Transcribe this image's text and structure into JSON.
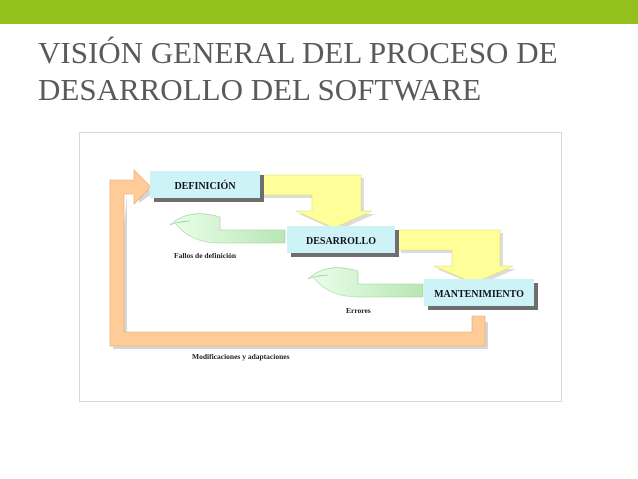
{
  "slide": {
    "accent_color": "#95c11f",
    "title_line1": "VISIÓN GENERAL DEL PROCESO DE",
    "title_line2": "DESARROLLO DEL SOFTWARE"
  },
  "diagram": {
    "boxes": {
      "definicion": "DEFINICIÓN",
      "desarrollo": "DESARROLLO",
      "mantenimiento": "MANTENIMIENTO"
    },
    "feedback": {
      "fallos": "Fallos de definición",
      "errores": "Errores",
      "modificaciones": "Modificaciones y adaptaciones"
    },
    "colors": {
      "box_fill": "#cdf3f6",
      "forward_arrow": "#ffff99",
      "feedback_arrow": "#cfeecc",
      "loop_arrow": "#ffcc99"
    }
  }
}
